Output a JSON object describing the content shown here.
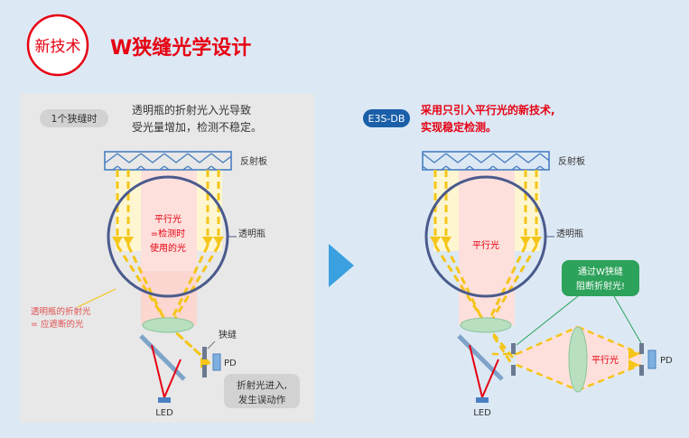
{
  "header": {
    "badge": "新技术",
    "title": "W狭缝光学设计"
  },
  "left_panel": {
    "tag": "1个狭缝时",
    "desc_line1": "透明瓶的折射光入光导致",
    "desc_line2": "受光量增加，检测不稳定。",
    "reflector": "反射板",
    "bottle": "透明瓶",
    "parallel_line1": "平行光",
    "parallel_line2": "=检测时",
    "parallel_line3": "使用的光",
    "refraction_line1": "透明瓶的折射光",
    "refraction_line2": "= 应遮断的光",
    "slit": "狭缝",
    "pd": "PD",
    "led": "LED",
    "callout_line1": "折射光进入,",
    "callout_line2": "发生误动作"
  },
  "right_panel": {
    "tag": "E3S-DB",
    "desc_line1": "采用只引入平行光的新技术,",
    "desc_line2": "实现稳定检测。",
    "reflector": "反射板",
    "bottle": "透明瓶",
    "parallel": "平行光",
    "callout_line1": "通过W狭缝",
    "callout_line2": "阻断折射光!",
    "parallel2": "平行光",
    "pd": "PD",
    "led": "LED"
  },
  "colors": {
    "accent_red": "#e60012",
    "panel_gray": "#e8e8e8",
    "background": "#dce9f5",
    "reflector_blue": "#4a7fc1",
    "bottle_outline": "#4a5a8c",
    "beam_yellow": "#f5c518",
    "green_callout": "#2da25a",
    "tag_blue": "#1a5fa8",
    "arrow_blue": "#3aa0e0"
  }
}
